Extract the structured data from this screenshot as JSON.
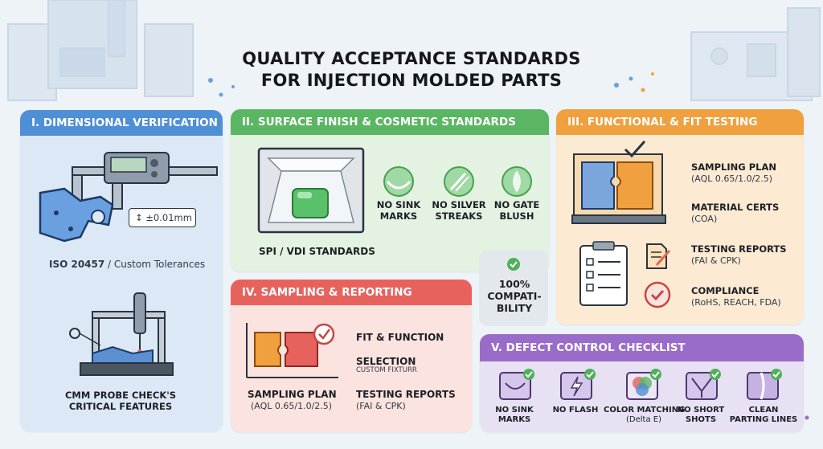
{
  "title": {
    "line1": "QUALITY ACCEPTANCE STANDARDS",
    "line2": "FOR INJECTION MOLDED PARTS"
  },
  "colors": {
    "blue": "#4f8fd6",
    "green": "#5ab662",
    "orange": "#f0a03e",
    "red": "#e8625d",
    "purple": "#9a6cc9"
  },
  "dimensional": {
    "heading": "I. DIMENSIONAL VERIFICATION",
    "tolerance": "±0.01mm",
    "caption_bold": "ISO 20457",
    "caption_rest": " / Custom Tolerances",
    "cmm_line1": "CMM PROBE CHECK'S",
    "cmm_line2": "CRITICAL FEATURES"
  },
  "surface": {
    "heading": "II. SURFACE FINISH & COSMETIC STANDARDS",
    "standards": "SPI / VDI STANDARDS",
    "checks": [
      {
        "line1": "NO SINK",
        "line2": "MARKS",
        "icon": "sink-mark-icon"
      },
      {
        "line1": "NO SILVER",
        "line2": "STREAKS",
        "icon": "silver-streak-icon"
      },
      {
        "line1": "NO GATE",
        "line2": "BLUSH",
        "icon": "gate-blush-icon"
      }
    ]
  },
  "compatibility": {
    "line1": "100%",
    "line2": "COMPATI-",
    "line3": "BILITY"
  },
  "functional": {
    "heading": "III. FUNCTIONAL & FIT TESTING",
    "items": [
      {
        "title": "SAMPLING PLAN",
        "detail": "(AQL 0.65/1.0/2.5)"
      },
      {
        "title": "MATERIAL CERTS",
        "detail": "(COA)"
      },
      {
        "title": "TESTING REPORTS",
        "detail": "(FAI & CPK)"
      },
      {
        "title": "COMPLIANCE",
        "detail": "(RoHS, REACH, FDA)"
      }
    ]
  },
  "sampling": {
    "heading": "IV. SAMPLING & REPORTING",
    "fit": "FIT & FUNCTION",
    "selection": "SELECTION",
    "selection_detail": "CUSTOM FIXTURR",
    "plan": "SAMPLING PLAN",
    "plan_detail": "(AQL 0.65/1.0/2.5)",
    "reports": "TESTING REPORTS",
    "reports_detail": "(FAI & CPK)"
  },
  "defects": {
    "heading": "V. DEFECT CONTROL CHECKLIST",
    "items": [
      {
        "line1": "NO SINK",
        "line2": "MARKS",
        "icon": "sink-mark-icon"
      },
      {
        "line1": "NO FLASH",
        "line2": "",
        "icon": "flash-icon"
      },
      {
        "line1": "COLOR MATCHING",
        "line2": "(Delta E)",
        "icon": "color-match-icon"
      },
      {
        "line1": "NO SHORT",
        "line2": "SHOTS",
        "icon": "short-shot-icon"
      },
      {
        "line1": "CLEAN",
        "line2": "PARTING LINES",
        "icon": "parting-line-icon"
      }
    ]
  }
}
